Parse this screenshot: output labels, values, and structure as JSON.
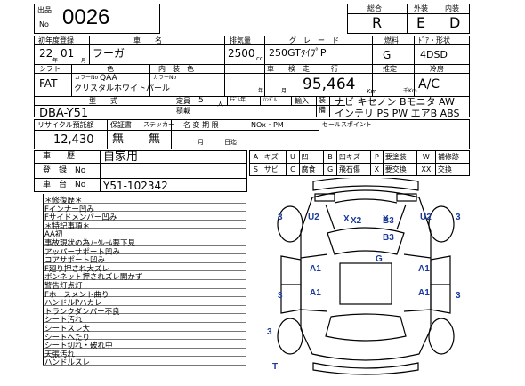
{
  "lot": {
    "label_top": "出品",
    "label_bottom": "No",
    "number": "0026"
  },
  "grades": {
    "overall_label": "総合",
    "exterior_label": "外装",
    "interior_label": "内装",
    "overall": "R",
    "exterior": "E",
    "interior": "D"
  },
  "header_labels": {
    "first_reg": "初年度登録",
    "car_name": "車　　名",
    "displacement": "排気量",
    "grade": "グ　レ　ー　ド",
    "fuel": "燃料",
    "door_shape": "ﾄﾞｱ・形状",
    "shift": "シフト",
    "color": "色",
    "interior_color": "内　装　色",
    "inspection": "車　　検",
    "mileage": "走　　　行",
    "estimate": "推定",
    "ac": "冷房",
    "model": "型　　式",
    "capacity": "定員",
    "model_extra": "ﾓﾃﾞﾙ年",
    "handle": "ﾊﾝﾄﾞﾙ",
    "import": "輸入",
    "equipment": "装\n備",
    "loading": "積載",
    "recycle": "リサイクル預託額",
    "warranty": "保証書",
    "sticker": "ステッカー",
    "name_change": "名 変 期 限",
    "nox": "NOx・PM",
    "selling_points": "セールスポイント"
  },
  "vehicle": {
    "year": "22",
    "year_unit": "年",
    "month": "01",
    "month_unit": "月",
    "name": "フーガ",
    "displacement": "2500",
    "displacement_unit": "cc",
    "grade": "250GTﾀｲﾌﾟP",
    "fuel": "G",
    "door_shape": "4DSD",
    "shift": "FAT",
    "color_no_label": "カラーNo",
    "color_no": "QAA",
    "color_name": "クリスタルホワイトパール",
    "interior_color_no_label": "カラーNo",
    "inspection_year_unit": "年",
    "inspection_month_unit": "月",
    "mileage": "95,464",
    "mileage_unit": "Km",
    "estimate_unit": "千Km",
    "ac": "A/C",
    "model": "DBA-Y51",
    "capacity": "5",
    "capacity_unit": "人",
    "equipment_line1": "ナビ キセノン Bモニタ AW",
    "equipment_line2": "インテリ PS PW エアB ABS",
    "recycle_amount": "12,430",
    "warranty": "無",
    "sticker": "無",
    "name_change_month": "月",
    "name_change_day": "日迄"
  },
  "history": {
    "label": "車　　歴",
    "value": "自家用",
    "reg_label": "登　録　No",
    "reg_value": "",
    "chassis_label": "車　台　No",
    "chassis_value": "Y51-102342"
  },
  "legend": [
    [
      "A",
      "キズ",
      "U",
      "凹",
      "B",
      "凹キズ",
      "P",
      "要塗装",
      "W",
      "補修跡"
    ],
    [
      "S",
      "サビ",
      "C",
      "腐食",
      "G",
      "飛石傷",
      "X",
      "要交換",
      "XX",
      "交換"
    ]
  ],
  "notes": [
    "＊修復歴＊",
    "Fインナー凹み",
    "Fサイドメンバー凹み",
    "＊特記事項＊",
    "AA初",
    "事故現状の為ﾉｰｸﾚｰﾑ要下見",
    "アッパーサポート凹み",
    "コアサポート凹み",
    "F廻り押され大ズレ",
    "ボンネット押されズレ開かず",
    "警告灯点灯",
    "Fホースメント曲り",
    "ハンドルPハカレ",
    "トランクダンパー不良",
    "シート汚れ",
    "シートスレ大",
    "シートへたり",
    "シート切れ・破れ中",
    "天張汚れ",
    "ハンドルスレ"
  ],
  "diagram_marks": [
    "X2",
    "B3",
    "X",
    "X",
    "U2",
    "U2",
    "3",
    "3",
    "B3",
    "G",
    "A1",
    "A1",
    "A1",
    "A1",
    "3",
    "3",
    "3",
    "T"
  ]
}
